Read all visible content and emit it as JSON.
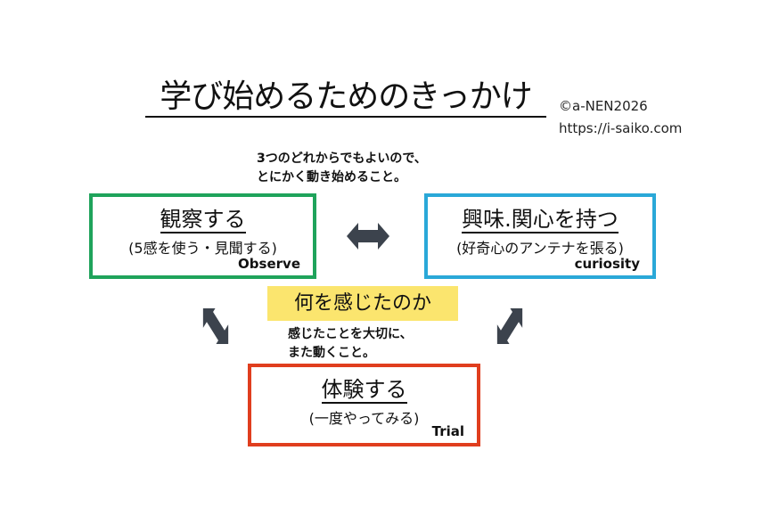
{
  "title": "学び始めるためのきっかけ",
  "credit": {
    "copyright": "©a-NEN2026",
    "url": "https://i-saiko.com"
  },
  "intro_note": {
    "line1": "3つのどれからでもよいので、",
    "line2": "とにかく動き始めること。"
  },
  "boxes": {
    "observe": {
      "title": "観察する",
      "subtitle": "(5感を使う・見聞する)",
      "english": "Observe",
      "color": "#1fa35b"
    },
    "curiosity": {
      "title": "興味.関心を持つ",
      "subtitle": "(好奇心のアンテナを張る)",
      "english": "curiosity",
      "color": "#2aa8d8"
    },
    "trial": {
      "title": "体験する",
      "subtitle": "(一度やってみる)",
      "english": "Trial",
      "color": "#e03e1e"
    }
  },
  "center": {
    "label": "何を感じたのか",
    "note_line1": "感じたことを大切に、",
    "note_line2": "また動くこと。",
    "highlight_color": "#fbe56e"
  },
  "arrow_color": "#3c434d"
}
